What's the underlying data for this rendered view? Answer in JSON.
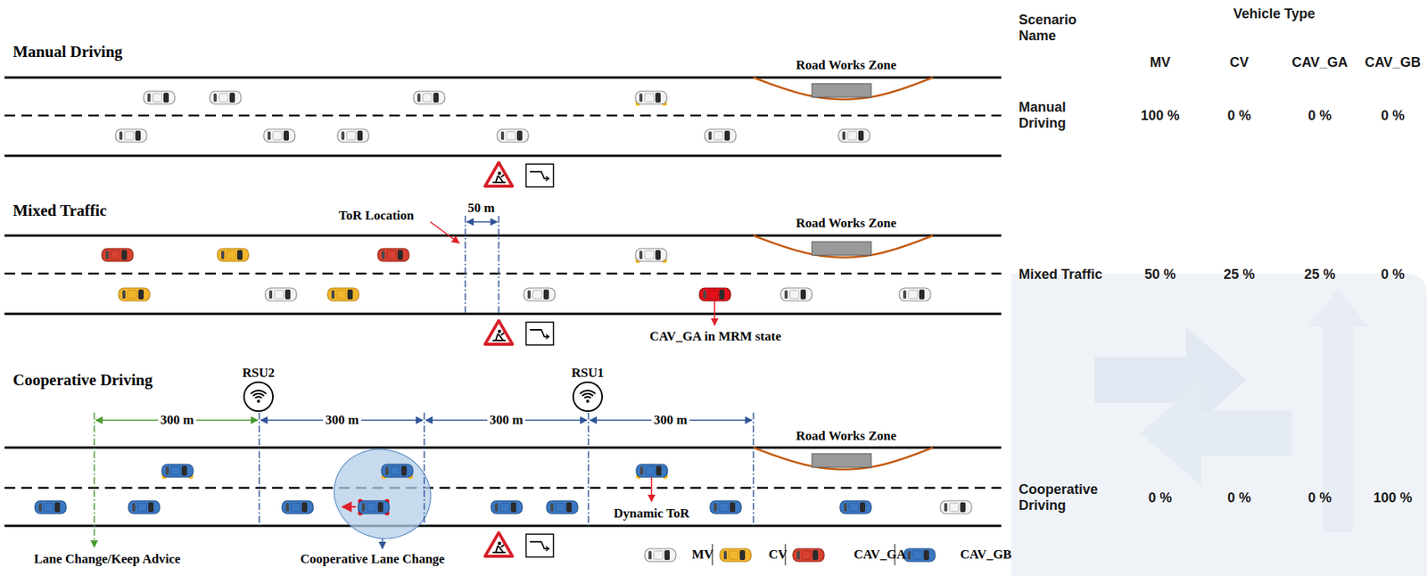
{
  "diagram": {
    "labels": [
      "Manual Driving",
      "Road Works Zone",
      "Mixed Traffic",
      "ToR Location",
      "50 m",
      "Road Works Zone",
      "CAV_GA in MRM state",
      "Cooperative Driving",
      "RSU2",
      "RSU1",
      "300 m",
      "300 m",
      "300 m",
      "300 m",
      "Road Works Zone",
      "Dynamic ToR",
      "Lane Change/Keep Advice",
      "Cooperative Lane Change",
      "Scenario Name",
      "Vehicle Type",
      "MV",
      "CV",
      "CAV_GA",
      "CAV_GB",
      "Manual Driving",
      "100 %",
      "0 %",
      "0 %",
      "0 %",
      "Mixed Traffic",
      "50 %",
      "25 %",
      "25 %",
      "0 %",
      "Cooperative Driving",
      "0 %",
      "0 %",
      "0 %",
      "100 %"
    ],
    "legend": [
      {
        "text": "MV"
      },
      {
        "text": "CV"
      },
      {
        "text": "CAV_GA"
      },
      {
        "text": "CAV_GB"
      }
    ]
  }
}
